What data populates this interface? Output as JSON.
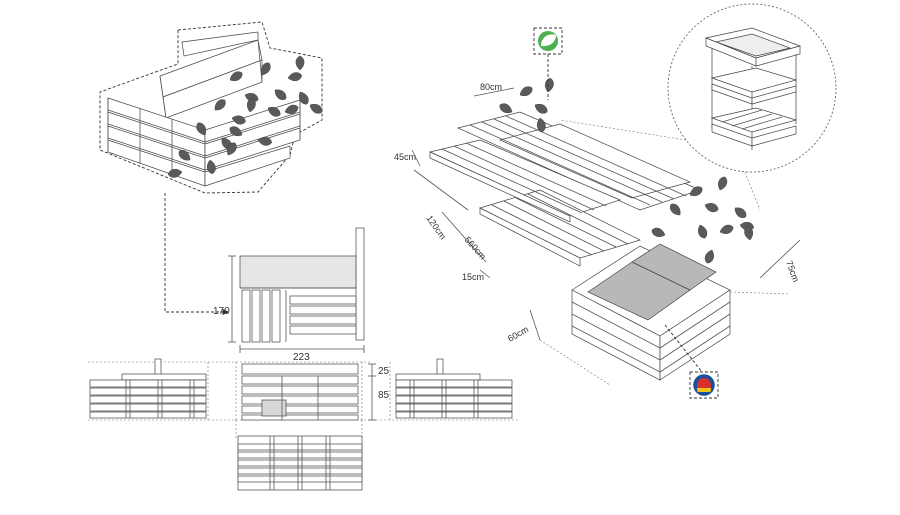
{
  "colors": {
    "stroke": "#444444",
    "foliage": "#5a5a5a",
    "leaf_badge": "#4caf50",
    "globe_blue": "#1a4fa0",
    "globe_red": "#d9302a",
    "globe_yellow": "#f2c21a"
  },
  "icons": {
    "leaf_badge": "leaf-icon",
    "globe_badge": "earth-icon",
    "arrow": "arrow-right-icon"
  },
  "views": {
    "front": {
      "height_label": "170",
      "width_label": "223"
    },
    "side": {
      "top_label": "25",
      "body_label": "85"
    }
  },
  "isometric": {
    "depth_label": "80cm",
    "bench_label": "45cm",
    "pallet_label": "120cm",
    "length_label": "560cm",
    "gap_label": "15cm",
    "planter_height_label": "60cm",
    "plant_height_label": "75cm"
  }
}
